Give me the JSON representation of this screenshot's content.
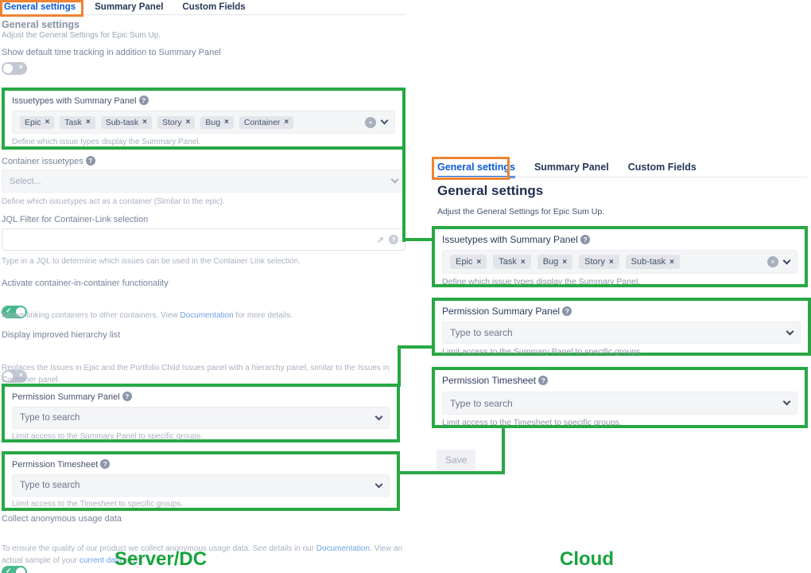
{
  "colors": {
    "annotation_green": "#27a843",
    "annotation_orange": "#f08331",
    "active_tab_blue": "#0b5bd3",
    "toggle_on_green": "#47b88b"
  },
  "server": {
    "tabs": [
      "General settings",
      "Summary Panel",
      "Custom Fields"
    ],
    "heading": "General settings",
    "subtitle": "Adjust the General Settings for Epic Sum Up.",
    "time_tracking": {
      "label": "Show default time tracking in addition to Summary Panel",
      "state": "off"
    },
    "issuetypes": {
      "label": "Issuetypes with Summary Panel",
      "chips": [
        "Epic",
        "Task",
        "Sub-task",
        "Story",
        "Bug",
        "Container"
      ],
      "help": "Define which issue types display the Summary Panel."
    },
    "container_issuetypes": {
      "label": "Container issuetypes",
      "placeholder": "Select...",
      "help": "Define which issuetypes act as a container (Similar to the epic)."
    },
    "jql": {
      "label": "JQL Filter for Container-Link selection",
      "value": "",
      "help": "Type in a JQL to determine which issues can be used in the Container Link selection."
    },
    "container_in_container": {
      "label": "Activate container-in-container functionality",
      "state": "on",
      "desc_pre": "Allows linking containers to other containers. View ",
      "desc_link": "Documentation",
      "desc_post": " for more details."
    },
    "hierarchy": {
      "label": "Display improved hierarchy list",
      "state": "off",
      "desc": "Replaces the Issues in Epic and the Portfolio Child Issues panel with a hierarchy panel, similar to the Issues in Container panel."
    },
    "permission_summary": {
      "label": "Permission Summary Panel",
      "placeholder": "Type to search",
      "help": "Limit access to the Summary Panel to specific groups."
    },
    "permission_timesheet": {
      "label": "Permission Timesheet",
      "placeholder": "Type to search",
      "help": "Limit access to the Timesheet to specific groups."
    },
    "usage_data": {
      "label": "Collect anonymous usage data",
      "state": "on",
      "desc_pre": "To ensure the quality of our product we collect anonymous usage data. See details in our ",
      "desc_link1": "Documentation",
      "desc_mid": ". View an actual sample of your ",
      "desc_link2": "current data",
      "desc_post": " here."
    },
    "platform_label": "Server/DC"
  },
  "cloud": {
    "tabs": [
      "General settings",
      "Summary Panel",
      "Custom Fields"
    ],
    "heading": "General settings",
    "subtitle": "Adjust the General Settings for Epic Sum Up.",
    "issuetypes": {
      "label": "Issuetypes with Summary Panel",
      "chips": [
        "Epic",
        "Task",
        "Bug",
        "Story",
        "Sub-task"
      ],
      "help": "Define which issue types display the Summary Panel."
    },
    "permission_summary": {
      "label": "Permission Summary Panel",
      "placeholder": "Type to search",
      "help": "Limit access to the Summary Panel to specific groups."
    },
    "permission_timesheet": {
      "label": "Permission Timesheet",
      "placeholder": "Type to search",
      "help": "Limit access to the Timesheet to specific groups."
    },
    "save_label": "Save",
    "platform_label": "Cloud"
  }
}
